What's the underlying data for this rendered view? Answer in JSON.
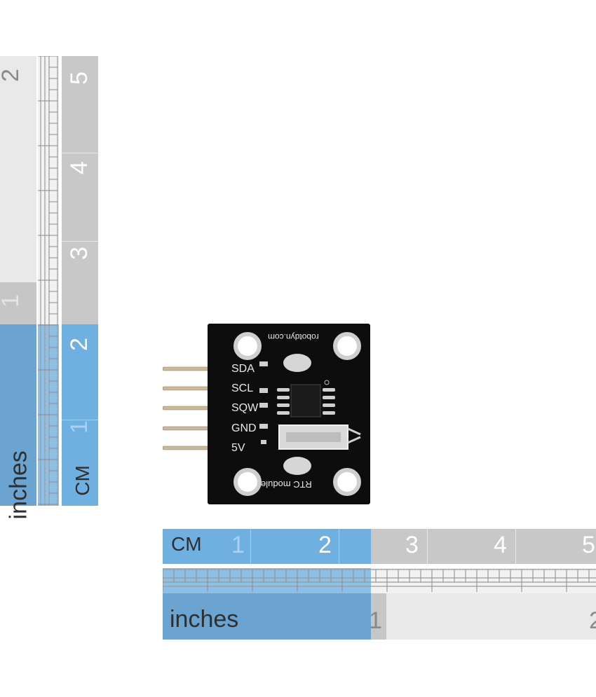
{
  "vertical_ruler": {
    "unit_inches": "inches",
    "unit_cm": "CM",
    "inch_marks": [
      "1",
      "2"
    ],
    "cm_marks": [
      "1",
      "2",
      "3",
      "4",
      "5"
    ]
  },
  "horizontal_ruler": {
    "unit_inches": "inches",
    "unit_cm": "CM",
    "inch_marks": [
      "1",
      "2"
    ],
    "cm_marks": [
      "1",
      "2",
      "3",
      "4",
      "5"
    ]
  },
  "module": {
    "top_text": "robotdyn.com",
    "bottom_text": "RTC module",
    "pins": [
      "SDA",
      "SCL",
      "SQW",
      "GND",
      "5V"
    ]
  },
  "colors": {
    "ruler_blue": "#6fb0e0",
    "ruler_blue_dark": "#6ba3d1",
    "ruler_grey": "#c8c8c8",
    "ruler_light": "#e9e9e9",
    "pcb": "#0d0d0d"
  }
}
